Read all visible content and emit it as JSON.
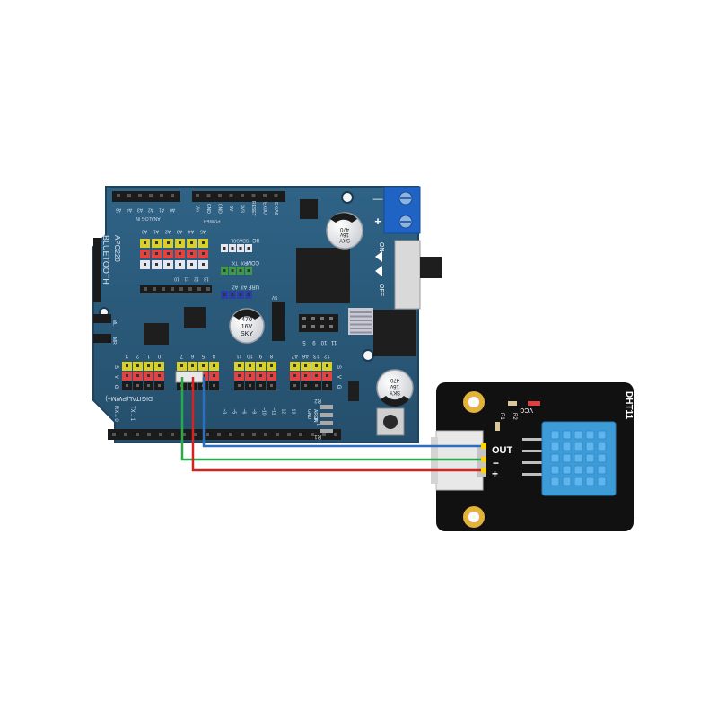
{
  "colors": {
    "shield_pcb": "#2a5a7c",
    "shield_edge": "#1f4864",
    "sensor_pcb": "#121212",
    "wire_blue": "#2a6fc0",
    "wire_green": "#2aa84a",
    "wire_red": "#d52222",
    "header_yellow": "#d7cf2a",
    "header_red": "#e04343",
    "header_white": "#e6e6ee",
    "header_green": "#3c9a4a",
    "header_blue": "#2a3fa8",
    "terminal_blue": "#1f63c4",
    "dht_blue": "#3d9bd8",
    "mount_gold": "#e3b23c"
  },
  "shield": {
    "board_name": "APC220",
    "bluetooth": "BLUETOOTH",
    "analog_in_label": "ANALOG IN",
    "analog_top": [
      "A5",
      "A4",
      "A3",
      "A2",
      "A1",
      "A0"
    ],
    "power_label": "POWER",
    "power_pins": [
      "Vin",
      "GND",
      "GND",
      "5V",
      "3V3",
      "RESET",
      "EX/A7",
      "EX/A6"
    ],
    "analog_side": [
      "A0",
      "A1",
      "A2",
      "A3",
      "A4",
      "A5"
    ],
    "iic_label": "IIC",
    "iic_pins": [
      "SCL",
      "SDA"
    ],
    "com_label": "COM",
    "com_pins": [
      "TX",
      "RX"
    ],
    "urf_label": "URF",
    "urf_pins": [
      "A2",
      "A3"
    ],
    "mid_header": [
      "13",
      "12",
      "11",
      "10"
    ],
    "pin_5v": "5V",
    "right_header": [
      "11",
      "10",
      "9",
      "5"
    ],
    "digital_left": [
      "0",
      "1",
      "2",
      "3"
    ],
    "digital_mid": [
      "4",
      "5",
      "6",
      "7"
    ],
    "digital_right": [
      "8",
      "9",
      "10",
      "11"
    ],
    "digital_far": [
      "12",
      "13",
      "A6",
      "A7"
    ],
    "row_labels": [
      "S",
      "V",
      "G"
    ],
    "digital_label": "DIGITAL(PWM~)",
    "rx_label": "RX←0",
    "tx_label": "TX→1",
    "mr_label": "MR",
    "ml_label": "ML",
    "gnd_label": "GND",
    "aref_label": "AREF",
    "on_label": "ON",
    "l_label": "L",
    "r1_label": "R1",
    "r2_label": "R2",
    "bottom_digits": [
      "~3",
      "~5",
      "~6",
      "~9",
      "~10",
      "~11",
      "12",
      "13"
    ],
    "terminal_minus": "—",
    "terminal_plus": "+",
    "switch_on": "ON",
    "switch_off": "OFF",
    "cap1": [
      "470",
      "16v",
      "SKY"
    ],
    "cap2": [
      "470",
      "16V",
      "SKY"
    ],
    "cap3": [
      "470",
      "16v",
      "SKY"
    ]
  },
  "sensor": {
    "name": "DHT11",
    "out": "OUT",
    "minus": "−",
    "plus": "+",
    "vcc": "VCC",
    "r1": "R1",
    "r2": "R2"
  }
}
